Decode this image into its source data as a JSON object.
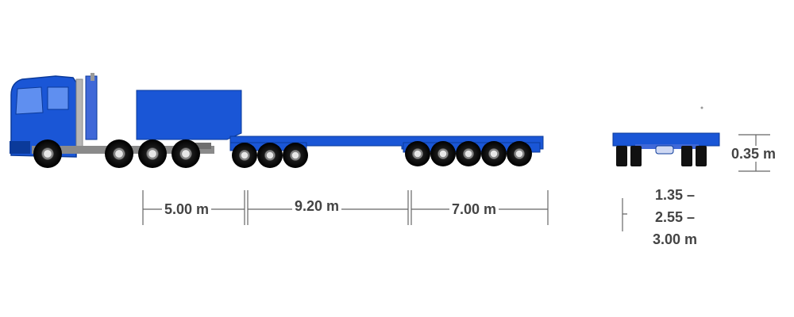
{
  "colors": {
    "vehicle": "#1a56d6",
    "vehicle_dark": "#0b3a9a",
    "dimension_line": "#666666",
    "label_text": "#444444"
  },
  "dimensions": {
    "gooseneck_length": "5.00 m",
    "middle_deck_length": "9.20 m",
    "rear_deck_length": "7.00 m",
    "deck_height": "0.35 m",
    "width_line1": "1.35 –",
    "width_line2": "2.55 –",
    "width_line3": "3.00 m"
  }
}
